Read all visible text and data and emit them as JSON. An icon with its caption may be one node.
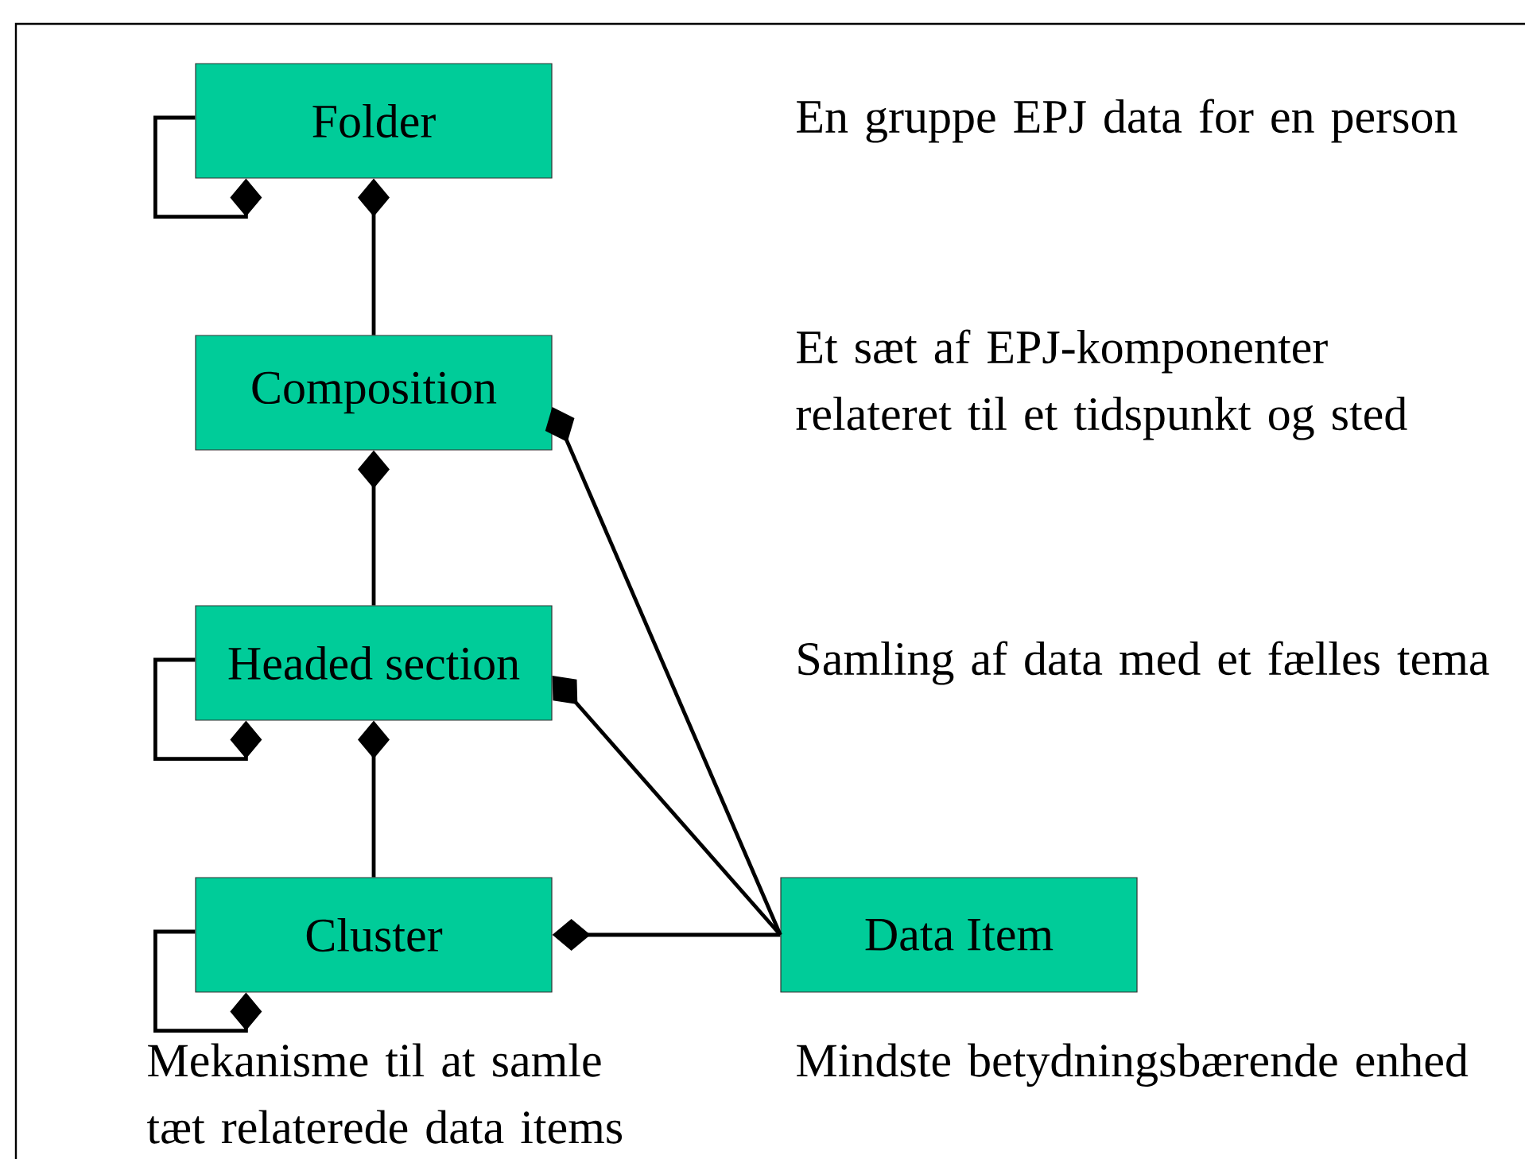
{
  "diagram": {
    "nodes": [
      {
        "text": [
          "Folder"
        ]
      },
      {
        "text": [
          "Composition"
        ]
      },
      {
        "text": [
          "Headed section"
        ]
      },
      {
        "text": [
          "Cluster"
        ],
        "beside": [
          "Mekanisme til at samle tæt relaterede data items"
        ]
      },
      {
        "text": [
          "Data Item"
        ],
        "beside": [
          "Mindste betydningsbærende enhed"
        ]
      }
    ],
    "edges": [
      {
        "from": 0,
        "to": 0,
        "arrow": "other"
      },
      {
        "from": 1,
        "to": 0,
        "arrow": "other"
      },
      {
        "from": 2,
        "to": 2,
        "arrow": "other"
      },
      {
        "from": 2,
        "to": 1,
        "arrow": "other"
      },
      {
        "from": 3,
        "to": 3,
        "arrow": "other"
      },
      {
        "from": 3,
        "to": 2,
        "arrow": "other"
      },
      {
        "from": 4,
        "to": 1,
        "arrow": "other"
      },
      {
        "from": 4,
        "to": 2,
        "arrow": "other"
      },
      {
        "from": 4,
        "to": 3,
        "arrow": "other"
      }
    ],
    "labels": [
      "En gruppe EPJ data for en person",
      "Et sæt af EPJ-komponenter relateret til et tidspunkt og sted",
      "Samling af data med et fælles tema"
    ]
  }
}
